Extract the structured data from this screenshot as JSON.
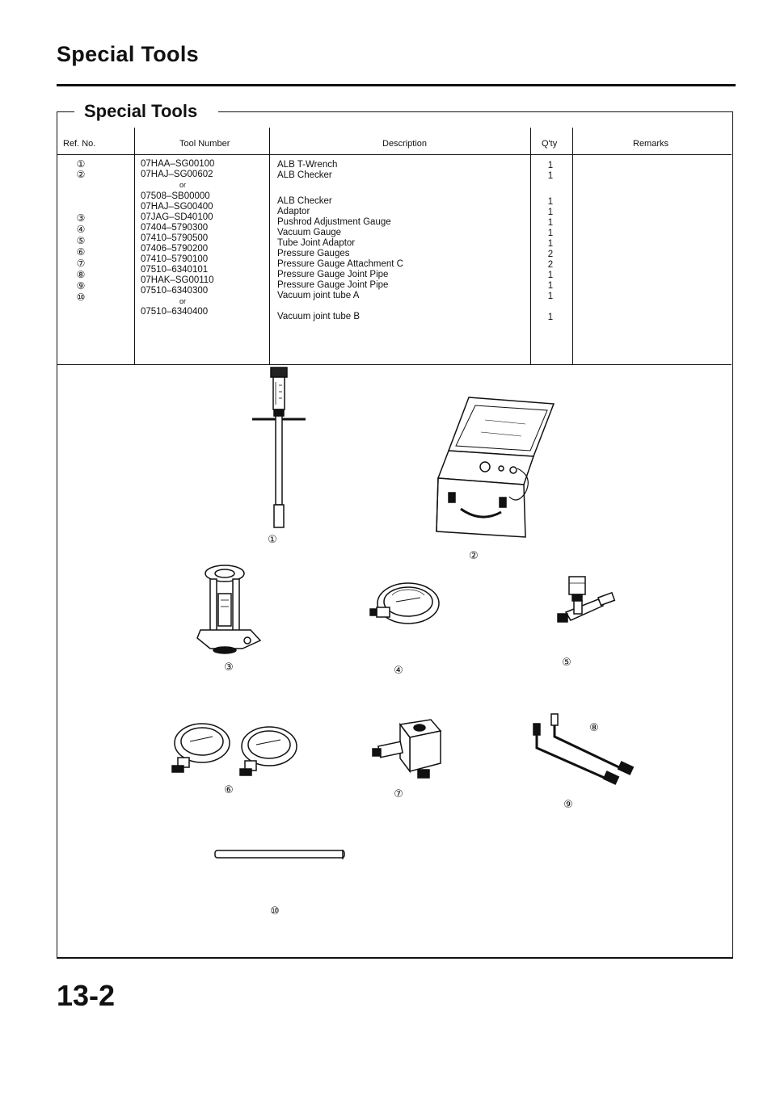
{
  "page": {
    "title": "Special Tools",
    "box_heading": "Special Tools",
    "page_number": "13-2"
  },
  "table": {
    "headers": {
      "ref": "Ref. No.",
      "tool_number": "Tool Number",
      "description": "Description",
      "qty": "Q'ty",
      "remarks": "Remarks"
    },
    "rows": [
      {
        "ref": "①",
        "tool": "07HAA–SG00100",
        "desc": "ALB T-Wrench",
        "qty": "1"
      },
      {
        "ref": "②",
        "tool": "07HAJ–SG00602",
        "desc": "ALB Checker",
        "qty": "1"
      },
      {
        "ref": "",
        "tool": "07508–SB00000",
        "desc": "ALB Checker",
        "qty": "1"
      },
      {
        "ref": "",
        "tool": "07HAJ–SG00400",
        "desc": "Adaptor",
        "qty": "1"
      },
      {
        "ref": "③",
        "tool": "07JAG–SD40100",
        "desc": "Pushrod Adjustment Gauge",
        "qty": "1"
      },
      {
        "ref": "④",
        "tool": "07404–5790300",
        "desc": "Vacuum Gauge",
        "qty": "1"
      },
      {
        "ref": "⑤",
        "tool": "07410–5790500",
        "desc": "Tube Joint Adaptor",
        "qty": "1"
      },
      {
        "ref": "⑥",
        "tool": "07406–5790200",
        "desc": "Pressure Gauges",
        "qty": "2"
      },
      {
        "ref": "⑦",
        "tool": "07410–5790100",
        "desc": "Pressure Gauge Attachment C",
        "qty": "2"
      },
      {
        "ref": "⑧",
        "tool": "07510–6340101",
        "desc": "Pressure Gauge Joint Pipe",
        "qty": "1"
      },
      {
        "ref": "⑨",
        "tool": "07HAK–SG00110",
        "desc": "Pressure Gauge Joint Pipe",
        "qty": "1"
      },
      {
        "ref": "⑩",
        "tool": "07510–6340300",
        "desc": "Vacuum joint tube A",
        "qty": "1"
      },
      {
        "ref": "",
        "tool": "07510–6340400",
        "desc": "Vacuum joint tube B",
        "qty": "1"
      }
    ],
    "or_label": "or"
  },
  "callouts": {
    "c1": "①",
    "c2": "②",
    "c3": "③",
    "c4": "④",
    "c5": "⑤",
    "c6": "⑥",
    "c7": "⑦",
    "c8": "⑧",
    "c9": "⑨",
    "c10": "⑩"
  }
}
